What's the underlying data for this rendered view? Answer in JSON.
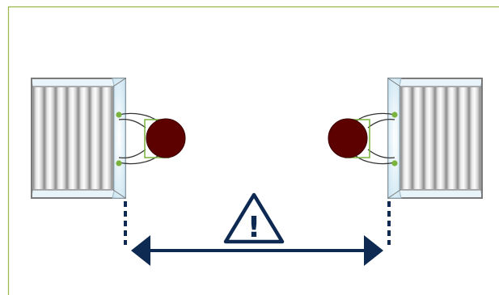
{
  "diagram": {
    "elements": [
      {
        "id": "machine-left",
        "kind": "roller-machine",
        "icon": "machine-icon"
      },
      {
        "id": "machine-right",
        "kind": "roller-machine",
        "icon": "machine-icon"
      },
      {
        "id": "operator-left",
        "kind": "operator",
        "icon": "person-topdown-icon"
      },
      {
        "id": "operator-right",
        "kind": "operator",
        "icon": "person-topdown-icon"
      },
      {
        "id": "distance-arrow",
        "kind": "double-arrow",
        "icon": "double-headed-arrow-icon"
      },
      {
        "id": "warning",
        "kind": "warning-sign",
        "icon": "warning-triangle-icon",
        "symbol": "!"
      }
    ],
    "colors": {
      "frame_border": "#9ab84a",
      "machine_outline": "#7a7a7a",
      "panel_light": "#e2f0f8",
      "panel_glow": "#bfe0ef",
      "operator_head": "#5c0000",
      "operator_body_outline": "#7ab33e",
      "control_dot": "#7ab33e",
      "arrow_navy": "#0e2a52",
      "warning_stroke": "#0e2a52"
    }
  }
}
